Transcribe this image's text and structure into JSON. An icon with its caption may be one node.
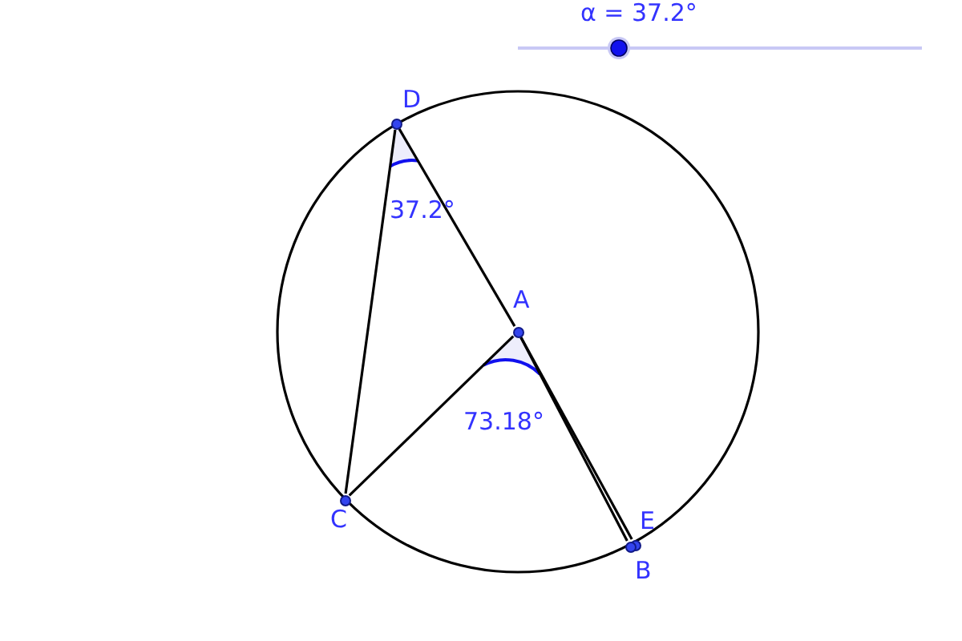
{
  "diagram": {
    "nodes": [
      {
        "text": [
          "D"
        ]
      },
      {
        "text": [
          "A"
        ]
      },
      {
        "text": [
          "C"
        ]
      },
      {
        "text": [
          "E"
        ]
      },
      {
        "text": [
          "B"
        ]
      }
    ],
    "edges": [
      {
        "from": 0,
        "to": 2,
        "arrow": "none"
      },
      {
        "from": 0,
        "to": 1,
        "arrow": "none"
      },
      {
        "from": 1,
        "to": 4,
        "arrow": "none"
      },
      {
        "from": 1,
        "to": 2,
        "arrow": "none"
      },
      {
        "from": 1,
        "to": 3,
        "arrow": "none"
      }
    ],
    "labels": [
      "α = 37.2°",
      "37.2°",
      "73.18°"
    ]
  }
}
